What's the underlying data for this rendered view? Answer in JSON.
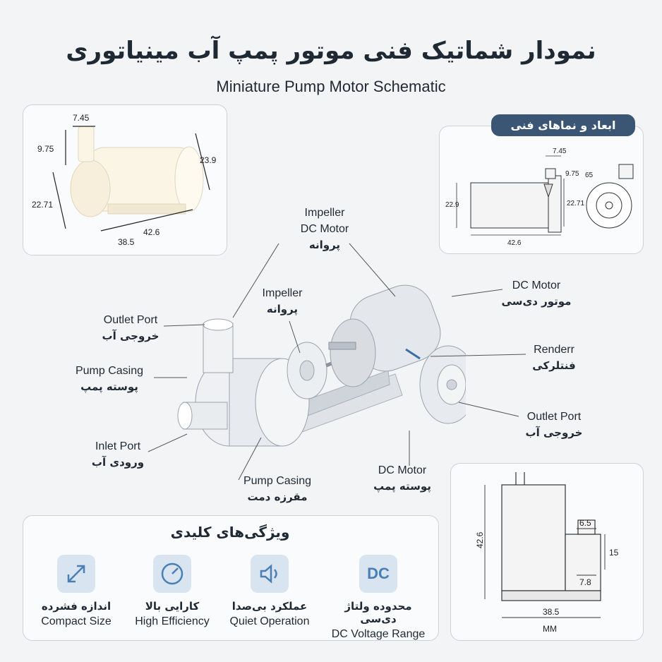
{
  "title_fa": "نمودار شماتیک فنی موتور پمپ آب مینیاتوری",
  "title_en": "Miniature Pump Motor Schematic",
  "photo_dims": {
    "d1": "7.45",
    "d2": "9.75",
    "d3": "23.9",
    "d4": "22.71",
    "d5": "42.6",
    "d6": "38.5"
  },
  "tech_views": {
    "badge": "ابعاد و نماهای فنی",
    "d1": "7.45",
    "d2": "9.75",
    "d3": "22.71",
    "d4": "22.9",
    "d5": "42.6",
    "d6": "65"
  },
  "labels": {
    "impeller_top": {
      "en1": "Impeller",
      "en2": "DC Motor",
      "fa": "پروانه"
    },
    "impeller_mid": {
      "en": "Impeller",
      "fa": "پروانه"
    },
    "outlet_left": {
      "en": "Outlet Port",
      "fa": "خروجی آب"
    },
    "casing_left": {
      "en": "Pump Casing",
      "fa": "پوسته پمپ"
    },
    "inlet": {
      "en": "Inlet Port",
      "fa": "ورودی آب"
    },
    "casing_bottom": {
      "en": "Pump Casing",
      "fa": "مقرزه دمت"
    },
    "dc_motor_right": {
      "en": "DC Motor",
      "fa": "موتور دی‌سی"
    },
    "renderr": {
      "en": "Renderr",
      "fa": "فنتلرکی"
    },
    "outlet_right": {
      "en": "Outlet Port",
      "fa": "خروجی آب"
    },
    "dc_motor_bottom": {
      "en": "DC Motor",
      "fa": "پوسته پمپ"
    }
  },
  "features": {
    "title": "ویژگی‌های کلیدی",
    "items": [
      {
        "icon": "expand-arrows-icon",
        "fa": "اندازه فشرده",
        "en": "Compact Size"
      },
      {
        "icon": "gauge-icon",
        "fa": "کارایی بالا",
        "en": "High Efficiency"
      },
      {
        "icon": "speaker-icon",
        "fa": "عملکرد بی‌صدا",
        "en": "Quiet Operation"
      },
      {
        "icon": "dc-text-icon",
        "icon_text": "DC",
        "fa": "محدوده ولتاژ دی‌سی",
        "en": "DC Voltage Range"
      }
    ]
  },
  "side_view": {
    "d1": "42.6",
    "d2": "6.5",
    "d3": "15",
    "d4": "7.8",
    "d5": "38.5",
    "unit": "MM"
  }
}
